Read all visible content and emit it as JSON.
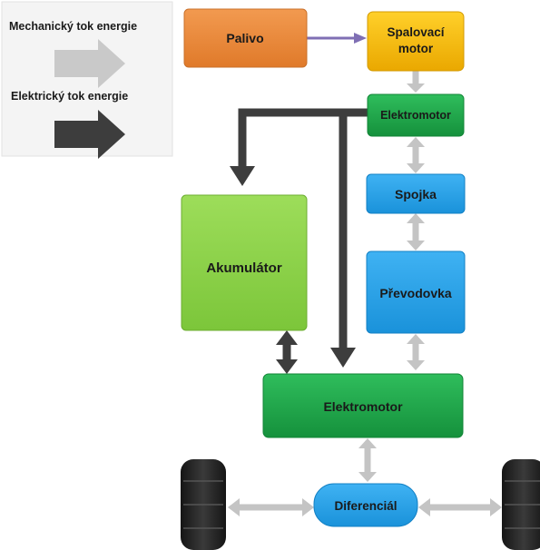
{
  "legend": {
    "mechanical_label": "Mechanický tok energie",
    "electrical_label": "Elektrický tok energie"
  },
  "blocks": {
    "palivo": "Palivo",
    "engine_line1": "Spalovací",
    "engine_line2": "motor",
    "elektromotor_top": "Elektromotor",
    "spojka": "Spojka",
    "akumulator": "Akumulátor",
    "prevodovka": "Převodovka",
    "elektromotor_bottom": "Elektromotor",
    "diferencial": "Diferenciál"
  },
  "colors": {
    "fuel": "#ee8a3e",
    "engine": "#f6c200",
    "motor": "#1faa4b",
    "battery": "#8ed34a",
    "transmission": "#2aa4ea",
    "mechanical_arrow": "#c4c4c4",
    "electrical_arrow": "#3d3d3d",
    "fuel_arrow": "#7f6fb4"
  }
}
